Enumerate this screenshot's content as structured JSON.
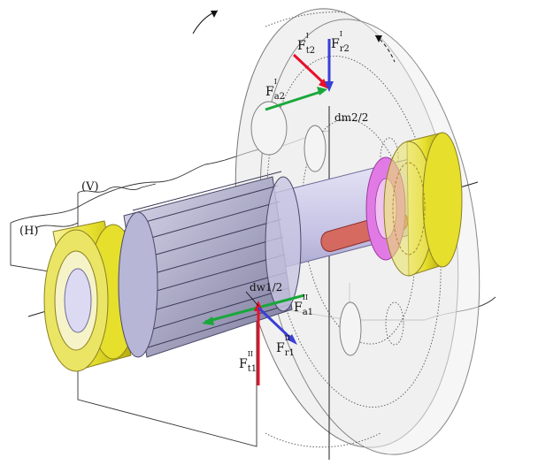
{
  "labels": {
    "plane_h": "(H)",
    "plane_v": "(V)",
    "dm2": "dm2/2",
    "dw1": "dw1/2"
  },
  "forces": {
    "ft2": {
      "base": "F",
      "sub": "t2",
      "sup": "I"
    },
    "fr2": {
      "base": "F",
      "sub": "r2",
      "sup": "I"
    },
    "fa2": {
      "base": "F",
      "sub": "a2",
      "sup": "I"
    },
    "fa1": {
      "base": "F",
      "sub": "a1",
      "sup": "II"
    },
    "ft1": {
      "base": "F",
      "sub": "t1",
      "sup": "II"
    },
    "fr1": {
      "base": "F",
      "sub": "r1",
      "sup": "II"
    }
  },
  "colors": {
    "tangential": "#e8102a",
    "radial": "#3a3fd6",
    "axial": "#18a83a",
    "bearing": "#e8e23a",
    "shaft": "#c9c6e6",
    "gear_disc": "#e4e4e4",
    "spacer": "#e27ae6",
    "keyway": "#d85a4a"
  }
}
